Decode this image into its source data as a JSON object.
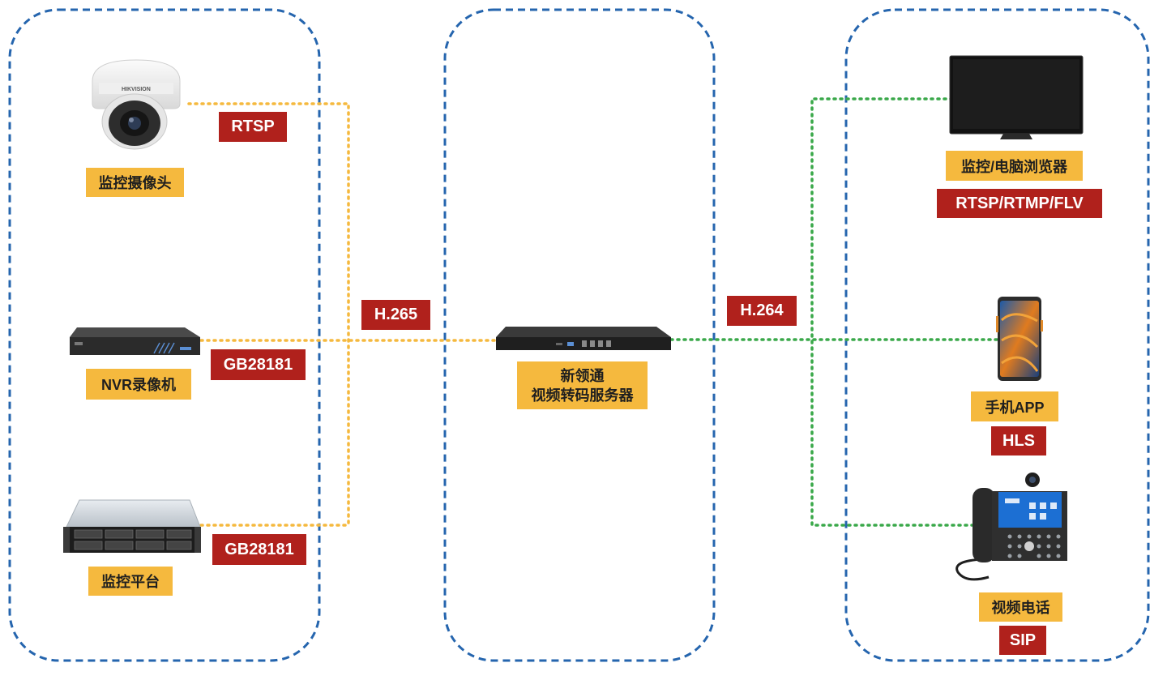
{
  "colors": {
    "group_border": "#2565ae",
    "source_link": "#f5b93e",
    "output_link": "#3aa84a",
    "device_label_bg": "#f5b93e",
    "protocol_label_bg": "#b0211c"
  },
  "sources": {
    "camera": {
      "name": "监控摄像头",
      "protocol": "RTSP",
      "icon": "dome-camera-icon"
    },
    "nvr": {
      "name": "NVR录像机",
      "protocol": "GB28181",
      "icon": "nvr-recorder-icon"
    },
    "platform": {
      "name": "监控平台",
      "protocol": "GB28181",
      "icon": "rack-server-icon"
    }
  },
  "input_codec": "H.265",
  "server": {
    "name_line1": "新领通",
    "name_line2": "视频转码服务器",
    "icon": "transcoding-server-icon"
  },
  "output_codec": "H.264",
  "outputs": {
    "browser": {
      "name": "监控/电脑浏览器",
      "protocol": "RTSP/RTMP/FLV",
      "icon": "monitor-icon"
    },
    "app": {
      "name": "手机APP",
      "protocol": "HLS",
      "icon": "smartphone-icon"
    },
    "phone": {
      "name": "视频电话",
      "protocol": "SIP",
      "icon": "video-phone-icon"
    }
  }
}
